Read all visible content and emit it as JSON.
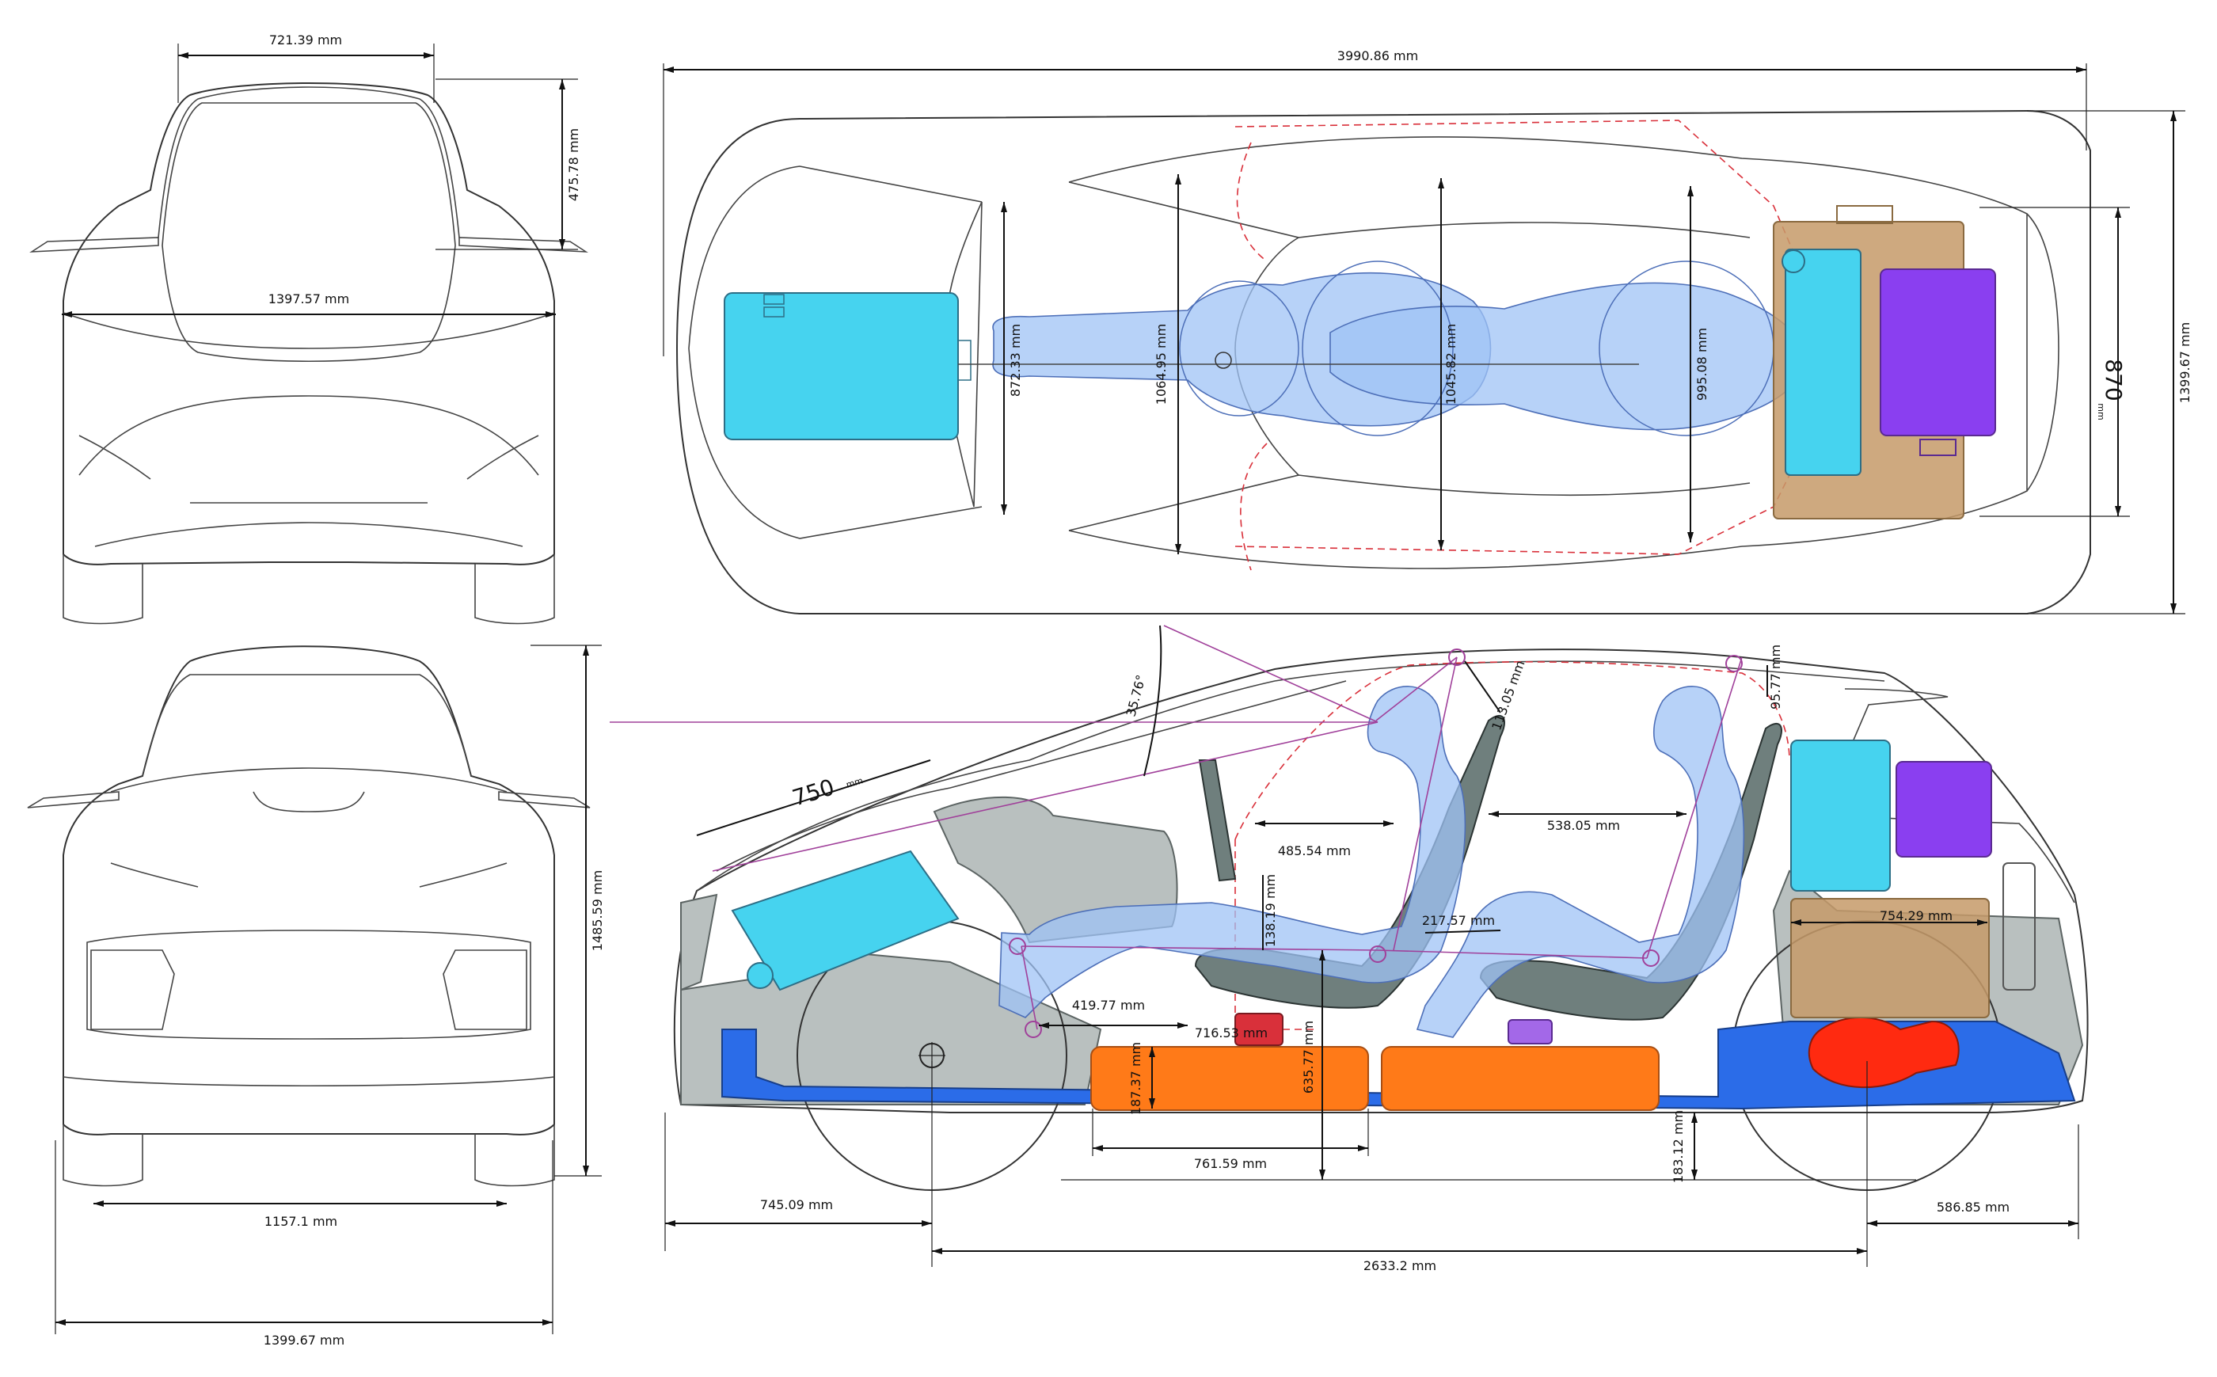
{
  "front_view": {
    "roof_width": "721.39 mm",
    "glass_height": "475.78 mm",
    "mirror_width": "1397.57 mm"
  },
  "rear_view": {
    "height": "1485.59 mm",
    "track": "1157.1 mm",
    "width": "1399.67 mm"
  },
  "top_view": {
    "length": "3990.86 mm",
    "width": "1399.67 mm",
    "cabin_width_front": "872.33 mm",
    "shoulder_width_front": "1064.95 mm",
    "shoulder_width_mid": "1045.82 mm",
    "shoulder_width_rear": "995.08 mm",
    "luggage_width": "870",
    "luggage_width_unit": "mm"
  },
  "side_view": {
    "windshield_angle": "35.76°",
    "front_luggage": "750",
    "front_luggage_unit": "mm",
    "headroom_front": "113.05 mm",
    "headroom_rear": "95.77 mm",
    "steering_dim": "485.54 mm",
    "legroom_rear": "538.05 mm",
    "steering_height": "138.19 mm",
    "knee_clearance": "217.57 mm",
    "rear_luggage": "754.29 mm",
    "pedal_dim": "419.77 mm",
    "battery_small": "716.53 mm",
    "battery_height": "187.37 mm",
    "hip_height": "635.77 mm",
    "battery_length": "761.59 mm",
    "ground_clearance": "183.12 mm",
    "front_overhang": "745.09 mm",
    "rear_overhang": "586.85 mm",
    "wheelbase": "2633.2 mm"
  },
  "colors": {
    "occupant": "#9fc3f5",
    "luggage_cyan": "#46d3ef",
    "luggage_purple": "#8a3ff0",
    "battery": "#ff7a18",
    "drivetrain": "#2b6ce8",
    "motor": "#ff2a10",
    "sightline": "#a0409a"
  }
}
